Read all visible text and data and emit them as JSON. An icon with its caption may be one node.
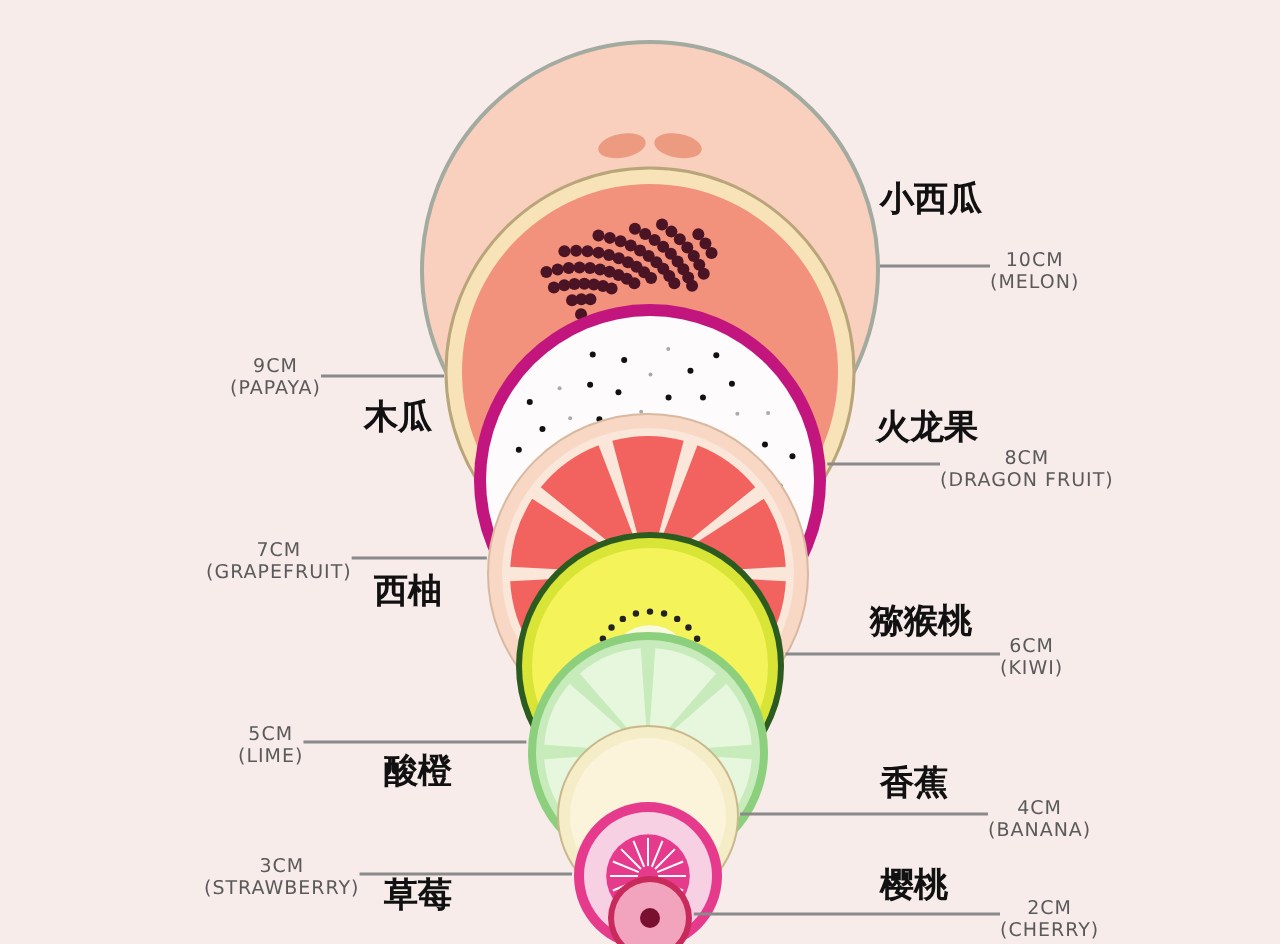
{
  "diagram": {
    "nodes": [
      {
        "text": [],
        "shape": "picture"
      },
      {
        "text": [],
        "shape": "picture"
      },
      {
        "text": [],
        "shape": "picture"
      },
      {
        "text": [],
        "shape": "picture"
      },
      {
        "text": [],
        "shape": "picture"
      },
      {
        "text": [],
        "shape": "picture"
      },
      {
        "text": [],
        "shape": "picture"
      },
      {
        "text": [],
        "shape": "picture"
      },
      {
        "text": [],
        "shape": "picture"
      },
      {
        "text": [
          "10CM",
          "(MELON)"
        ]
      },
      {
        "text": [
          "9CM",
          "(PAPAYA)"
        ]
      },
      {
        "text": [
          "8CM",
          "(DRAGON FRUIT)"
        ]
      },
      {
        "text": [
          "7CM",
          "(GRAPEFRUIT)"
        ]
      },
      {
        "text": [
          "6CM",
          "(KIWI)"
        ]
      },
      {
        "text": [
          "5CM",
          "(LIME)"
        ]
      },
      {
        "text": [
          "4CM",
          "(BANANA)"
        ]
      },
      {
        "text": [
          "3CM",
          "(STRAWBERRY)"
        ]
      },
      {
        "text": [
          "2CM",
          "(CHERRY)"
        ]
      }
    ],
    "labels": [
      "小西瓜",
      "木瓜",
      "火龙果",
      "西柚",
      "猕猴桃",
      "酸橙",
      "香蕉",
      "草莓",
      "樱桃"
    ],
    "edges": [
      {
        "from": 9,
        "to": 0,
        "arrow": "none"
      },
      {
        "from": 10,
        "to": 1,
        "arrow": "none"
      },
      {
        "from": 11,
        "to": 2,
        "arrow": "none"
      },
      {
        "from": 12,
        "to": 3,
        "arrow": "none"
      },
      {
        "from": 13,
        "to": 4,
        "arrow": "none"
      },
      {
        "from": 14,
        "to": 5,
        "arrow": "none"
      },
      {
        "from": 15,
        "to": 6,
        "arrow": "none"
      },
      {
        "from": 16,
        "to": 7,
        "arrow": "none"
      },
      {
        "from": 17,
        "to": 8,
        "arrow": "none"
      }
    ]
  }
}
